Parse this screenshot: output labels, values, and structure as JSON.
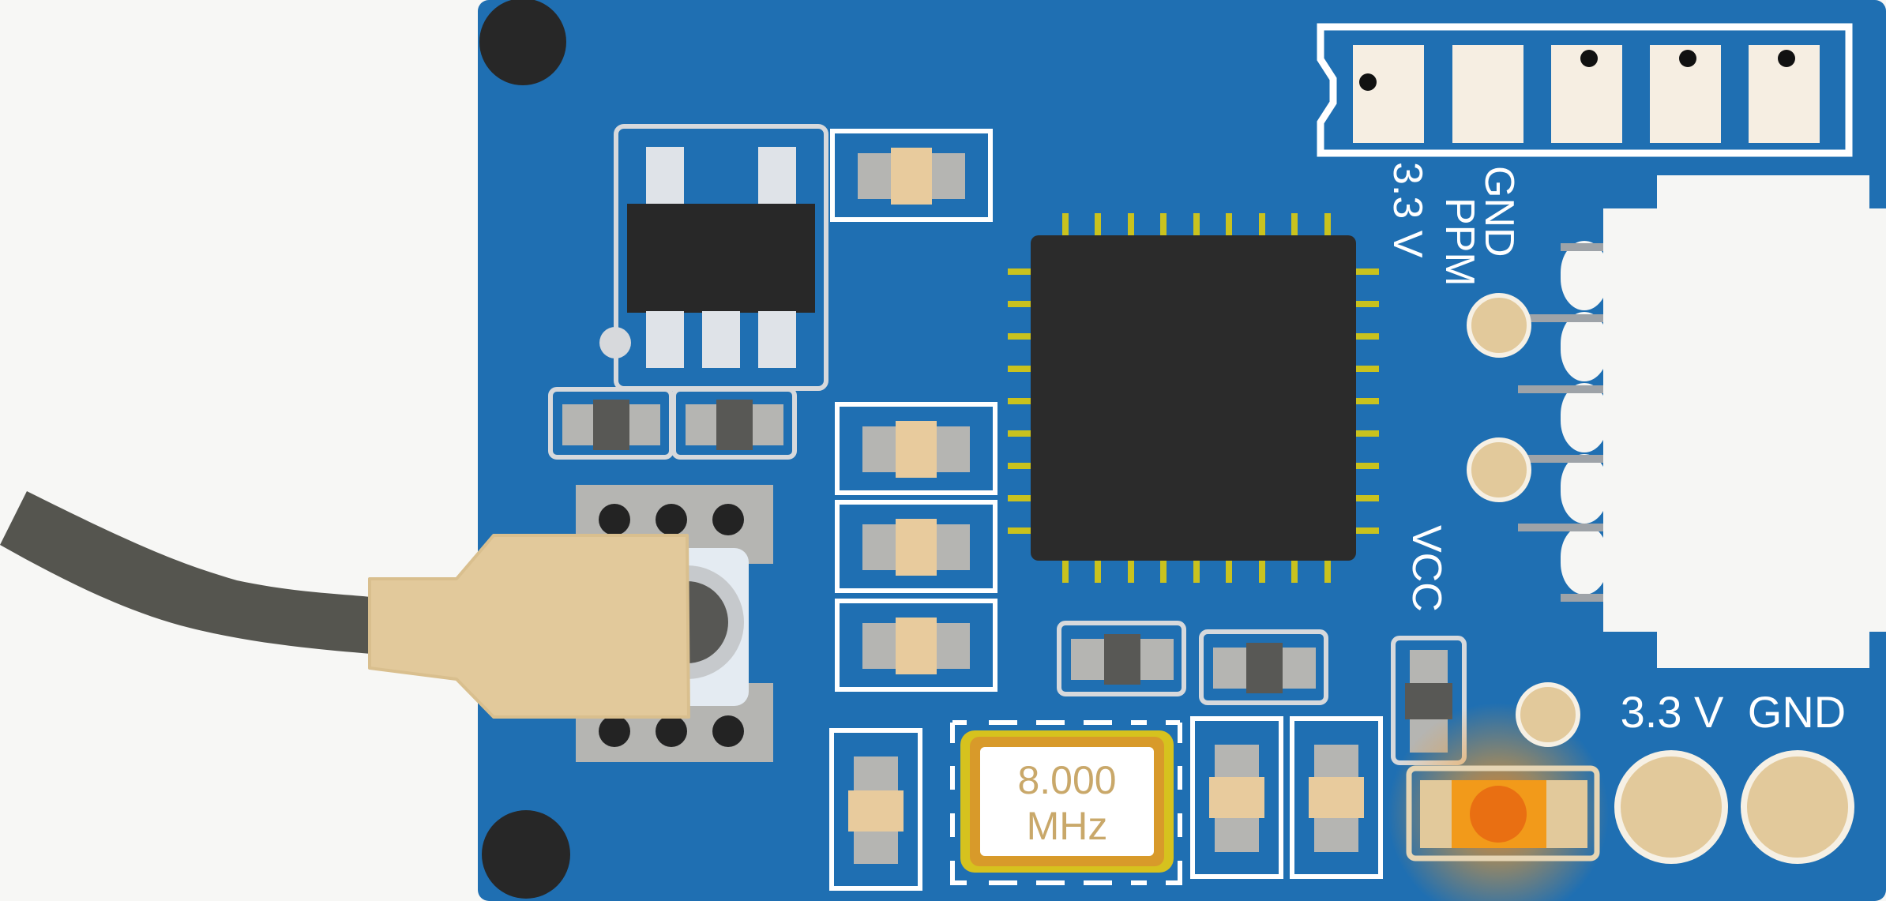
{
  "board": {
    "colors": {
      "pcb": "#1f6fb2",
      "silkscreen": "#ffffff",
      "copper_pad": "#e2c99b",
      "chip": "#2b2b2b",
      "chip_pin": "#c9c21e",
      "led_glow": "#f08a12",
      "cable": "#55554f",
      "connector_housing": "#f6f6f4"
    },
    "pin_header_labels": {
      "gnd": "GND",
      "ppm": "PPM",
      "v33": "3.3 V"
    },
    "vcc_label": "VCC",
    "power_pads": {
      "v33": "3.3 V",
      "gnd": "GND"
    },
    "crystal": {
      "frequency": "8.000",
      "unit": "MHz"
    },
    "icons": [
      "mounting-hole-icon",
      "microcontroller-chip-icon",
      "voltage-regulator-icon",
      "crystal-oscillator-icon",
      "status-led-icon",
      "antenna-cable-icon"
    ]
  }
}
